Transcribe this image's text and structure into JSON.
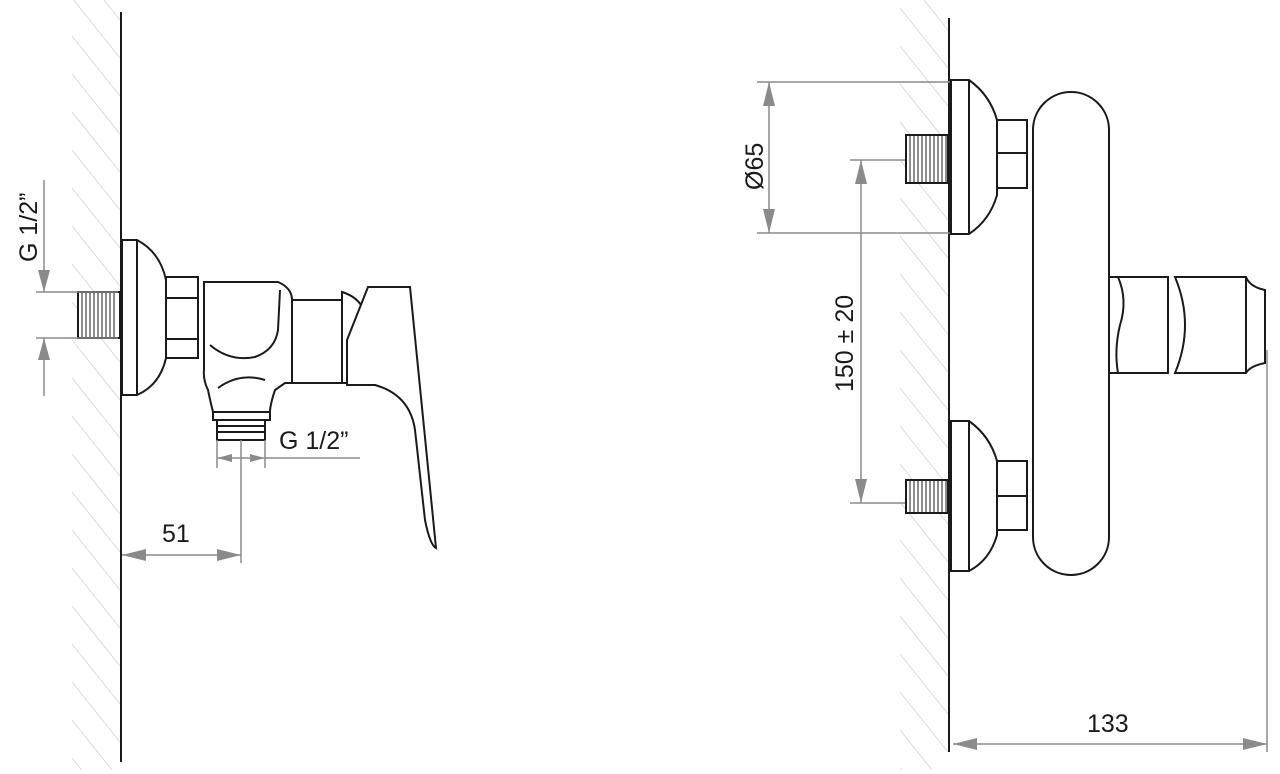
{
  "title": "Shower mixer dimension drawing",
  "side_view": {
    "inlet_thread_label": "G 1/2”",
    "outlet_thread_label": "G 1/2”",
    "projection_label": "51"
  },
  "front_view": {
    "escutcheon_diameter_label": "Ø65",
    "center_distance_label": "150 ± 20",
    "total_depth_label": "133"
  },
  "colors": {
    "line": "#1a1a1a",
    "dimension": "#8a8a8a",
    "hatch": "#d8d8d8"
  }
}
